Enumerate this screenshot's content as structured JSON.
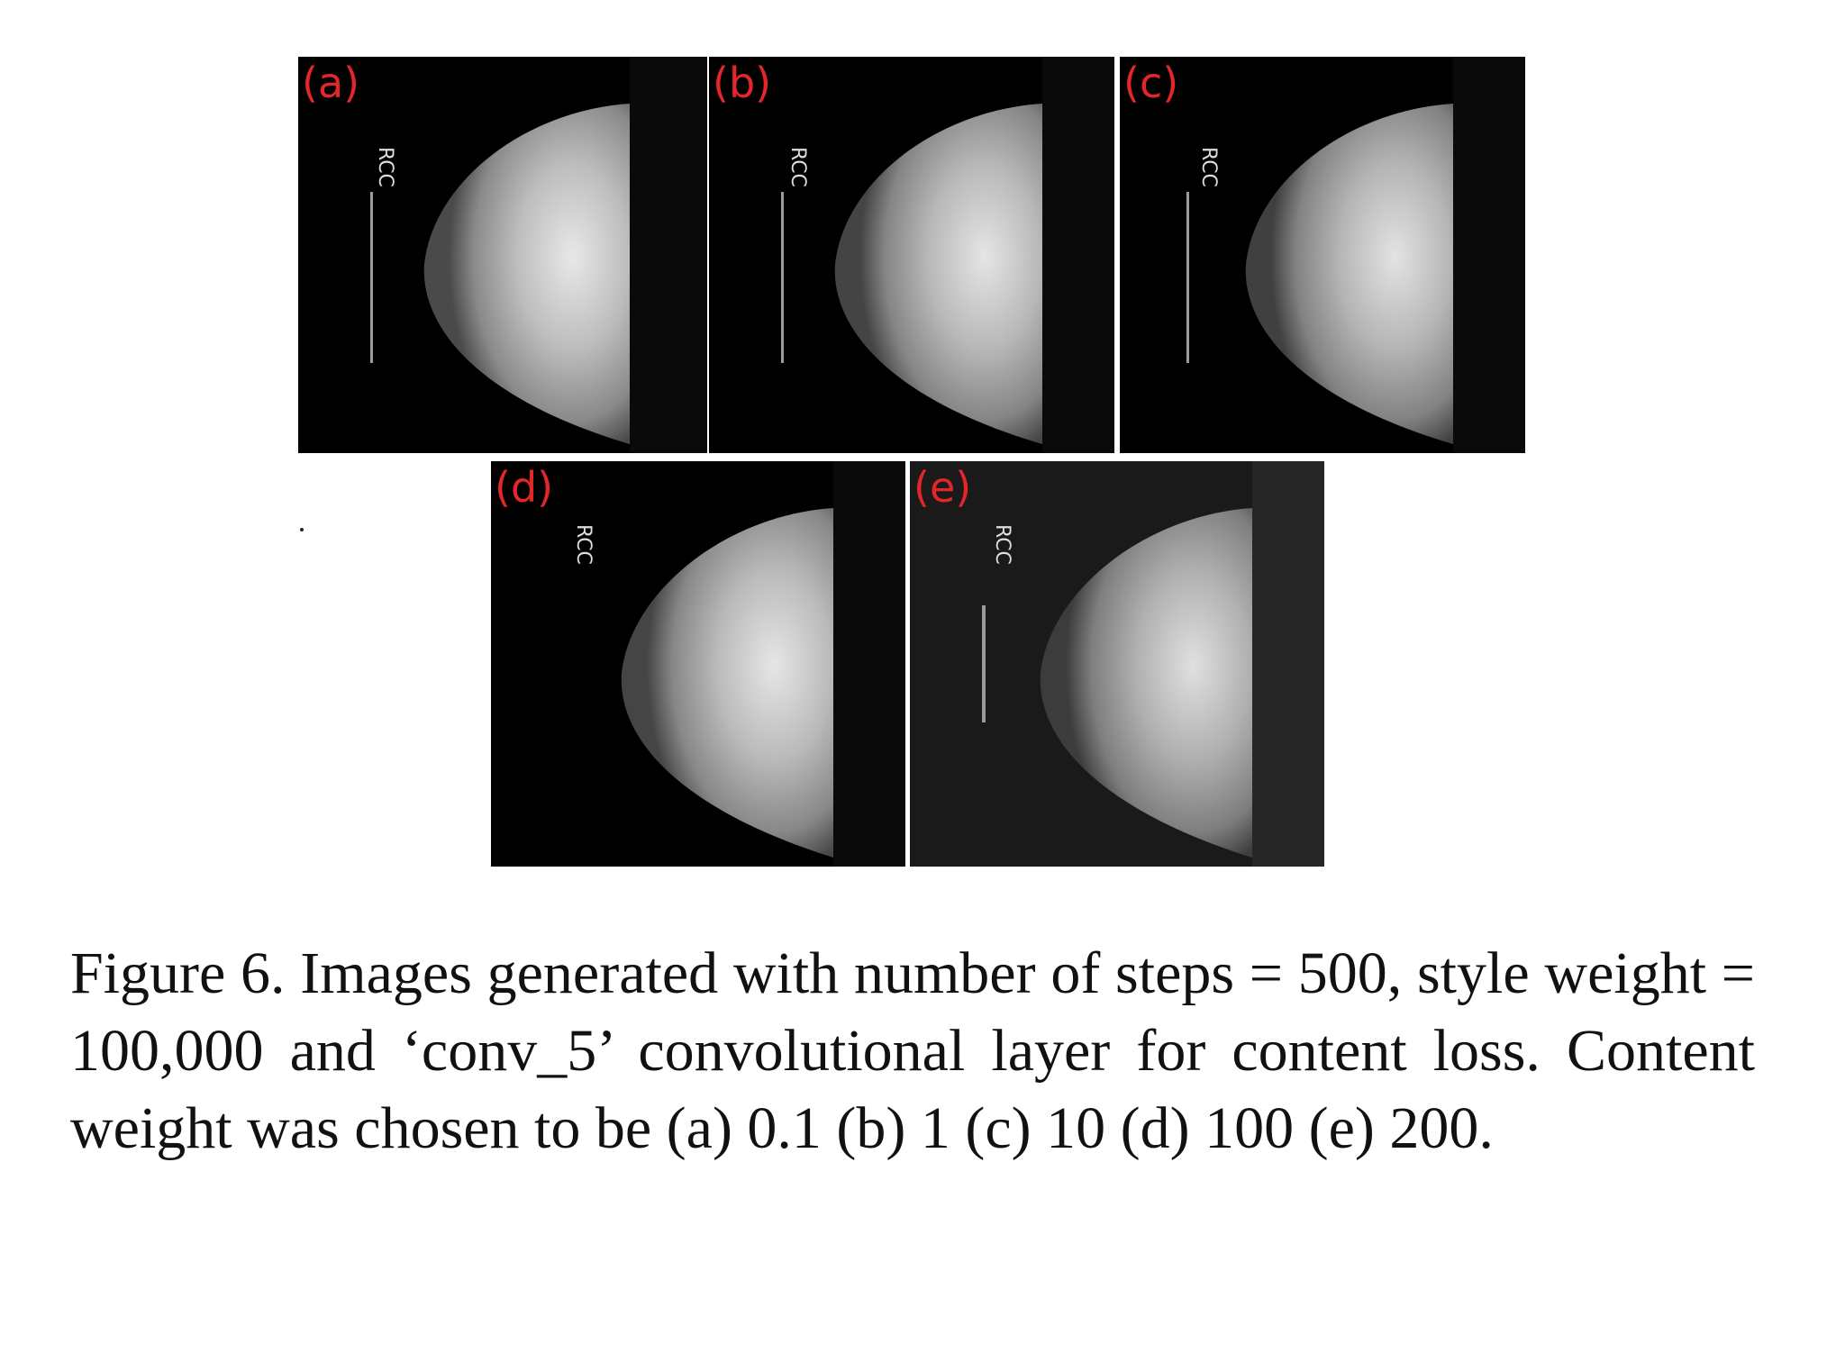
{
  "figure": {
    "panels": [
      {
        "id": "a",
        "label": "(a)"
      },
      {
        "id": "b",
        "label": "(b)"
      },
      {
        "id": "c",
        "label": "(c)"
      },
      {
        "id": "d",
        "label": "(d)"
      },
      {
        "id": "e",
        "label": "(e)"
      }
    ],
    "caption": "Figure 6.  Images generated with number of steps = 500, style weight = 100,000 and ‘conv_5’ convolutional layer for content loss.  Content weight was chosen to be (a) 0.1 (b) 1 (c) 10 (d) 100 (e) 200."
  },
  "colors": {
    "label": "#e3262a",
    "background": "#000000"
  }
}
